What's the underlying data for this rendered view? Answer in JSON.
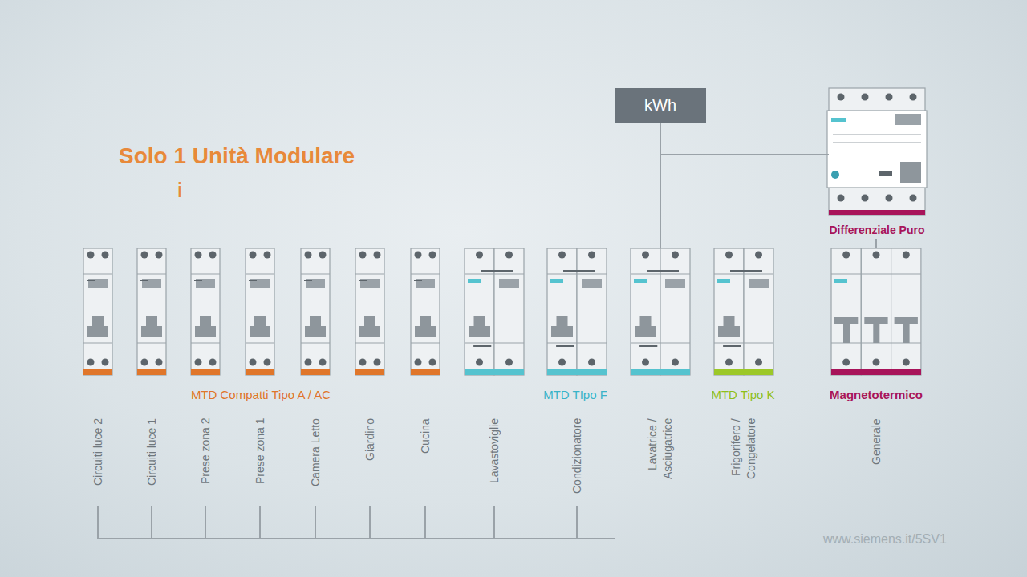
{
  "diagram": {
    "title": "Solo 1 Unità Modulare",
    "nodes": [
      {
        "text": [
          "kWh"
        ]
      },
      {
        "text": [
          "Differenziale Puro"
        ]
      },
      {
        "text": [
          "Circuiti luce 2"
        ]
      },
      {
        "text": [
          "Circuiti luce 1"
        ]
      },
      {
        "text": [
          "Prese zona 2"
        ]
      },
      {
        "text": [
          "Prese zona 1"
        ]
      },
      {
        "text": [
          "Camera Letto"
        ]
      },
      {
        "text": [
          "Giardino"
        ]
      },
      {
        "text": [
          "Cucina"
        ]
      },
      {
        "text": [
          "Lavastoviglie"
        ]
      },
      {
        "text": [
          "Condizionatore"
        ]
      },
      {
        "text": [
          "Lavatrice / Asciugatrice"
        ]
      },
      {
        "text": [
          "Frigorifero / Congelatore"
        ]
      },
      {
        "text": [
          "Generale"
        ]
      }
    ],
    "edges": [
      {
        "from": 13,
        "to": 1,
        "arrow": "none"
      },
      {
        "from": 1,
        "to": 0,
        "arrow": "none"
      },
      {
        "from": 0,
        "to": 2,
        "arrow": "none"
      },
      {
        "from": 0,
        "to": 3,
        "arrow": "none"
      },
      {
        "from": 0,
        "to": 4,
        "arrow": "none"
      },
      {
        "from": 0,
        "to": 5,
        "arrow": "none"
      },
      {
        "from": 0,
        "to": 6,
        "arrow": "none"
      },
      {
        "from": 0,
        "to": 7,
        "arrow": "none"
      },
      {
        "from": 0,
        "to": 8,
        "arrow": "none"
      },
      {
        "from": 0,
        "to": 9,
        "arrow": "none"
      },
      {
        "from": 0,
        "to": 10,
        "arrow": "none"
      },
      {
        "from": 0,
        "to": 11,
        "arrow": "none"
      },
      {
        "from": 0,
        "to": 12,
        "arrow": "none"
      }
    ],
    "labels": [
      "i",
      "MTD Compatti Tipo A / AC",
      "MTD TIpo F",
      "MTD Tipo K",
      "Magnetotermico",
      "www.siemens.it/5SV1"
    ]
  }
}
